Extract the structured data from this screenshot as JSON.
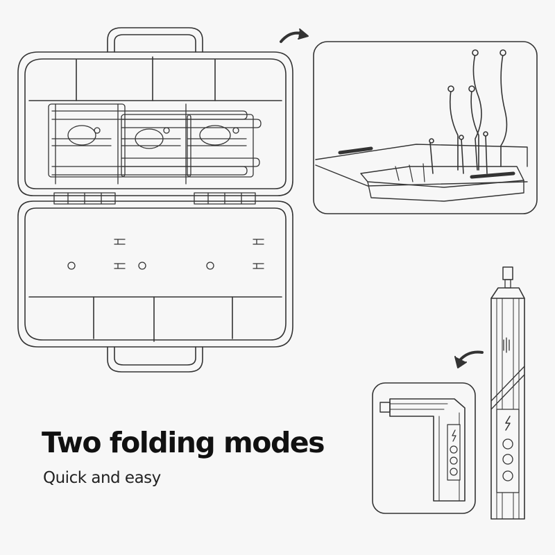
{
  "headline": "Two folding modes",
  "subline": "Quick and easy",
  "colors": {
    "background": "#f7f7f7",
    "line": "#333333",
    "text": "#111111"
  },
  "icons": [
    "case-illustration",
    "case-handle-icon",
    "screwdriver-straight-illustration",
    "screwdriver-folded-illustration",
    "curved-arrow-icon",
    "bolt-icon"
  ]
}
